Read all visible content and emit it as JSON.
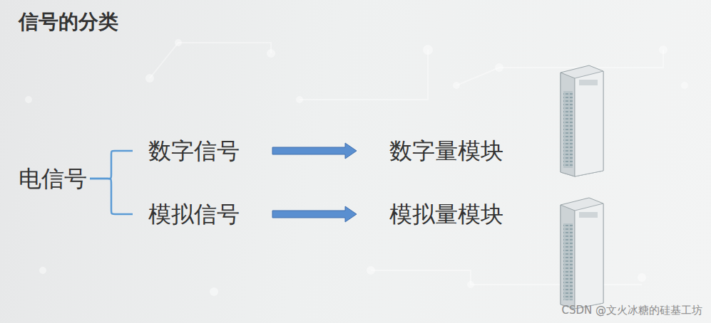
{
  "diagram": {
    "title": "信号的分类",
    "nodes": [
      {
        "text": [
          "电信号"
        ]
      },
      {
        "text": [
          "数字信号"
        ]
      },
      {
        "text": [
          "模拟信号"
        ]
      },
      {
        "text": [
          "数字量模块"
        ]
      },
      {
        "text": [
          "模拟量模块"
        ]
      }
    ],
    "edges": [
      {
        "from": 0,
        "to": 1,
        "arrow": "none"
      },
      {
        "from": 0,
        "to": 2,
        "arrow": "none"
      },
      {
        "from": 1,
        "to": 3,
        "arrow": "to"
      },
      {
        "from": 2,
        "to": 4,
        "arrow": "to"
      }
    ],
    "labels": [
      "CSDN @文火冰糖的硅基工坊"
    ]
  }
}
